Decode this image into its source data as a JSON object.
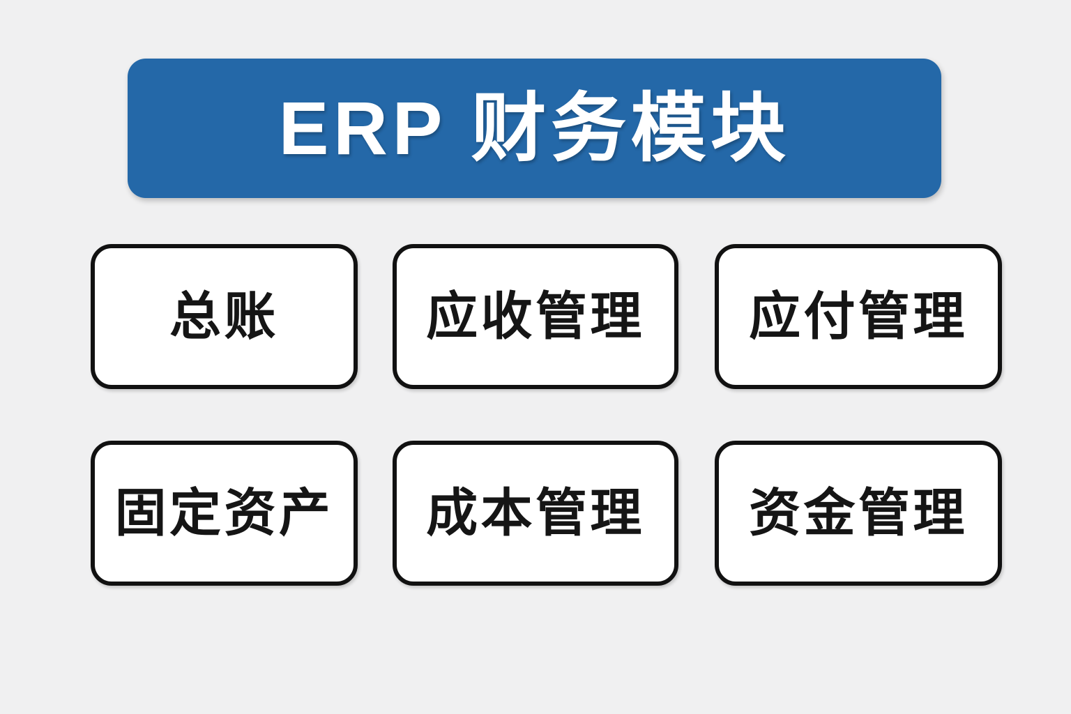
{
  "page": {
    "background_color": "#f0f0f1"
  },
  "header": {
    "title": "ERP 财务模块",
    "background_color": "#2468a8",
    "text_color": "#ffffff"
  },
  "modules": [
    {
      "label": "总账"
    },
    {
      "label": "应收管理"
    },
    {
      "label": "应付管理"
    },
    {
      "label": "固定资产"
    },
    {
      "label": "成本管理"
    },
    {
      "label": "资金管理"
    }
  ]
}
